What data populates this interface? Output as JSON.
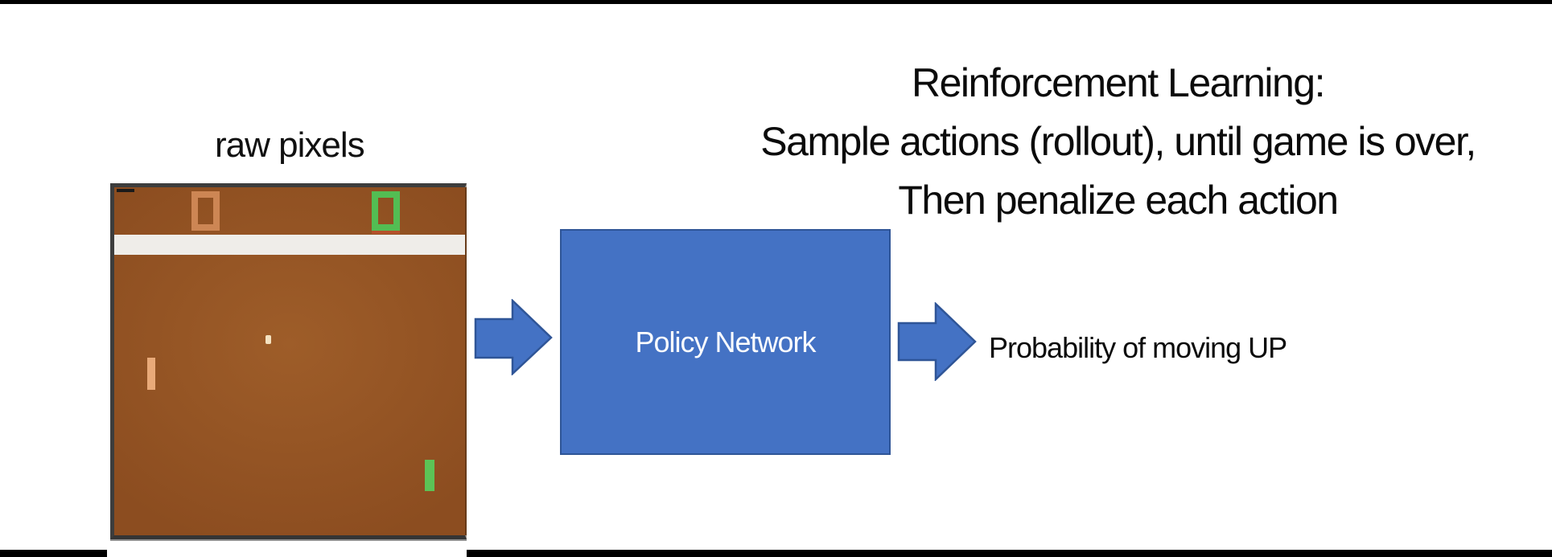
{
  "slide": {
    "title_lines": [
      "Reinforcement Learning:",
      "Sample actions (rollout), until game is over,",
      "Then penalize each action"
    ],
    "pong": {
      "caption": "raw pixels",
      "left_score": "0",
      "right_score": "0"
    },
    "policy": {
      "label": "Policy Network"
    },
    "output": {
      "label": "Probability of moving UP"
    },
    "colors": {
      "accent_blue": "#4472C4",
      "accent_blue_border": "#2F5597",
      "pong_brown": "#94521F",
      "pong_frame_dark": "#3D3D3D",
      "score_orange": "#CD8654",
      "score_green": "#53BD53",
      "paddle_orange": "#E9AA79",
      "paddle_green": "#5CC356",
      "ball_cream": "#F4E2C1",
      "stripe_white": "#EFEDE9",
      "edge_bar_black": "#000000"
    }
  }
}
